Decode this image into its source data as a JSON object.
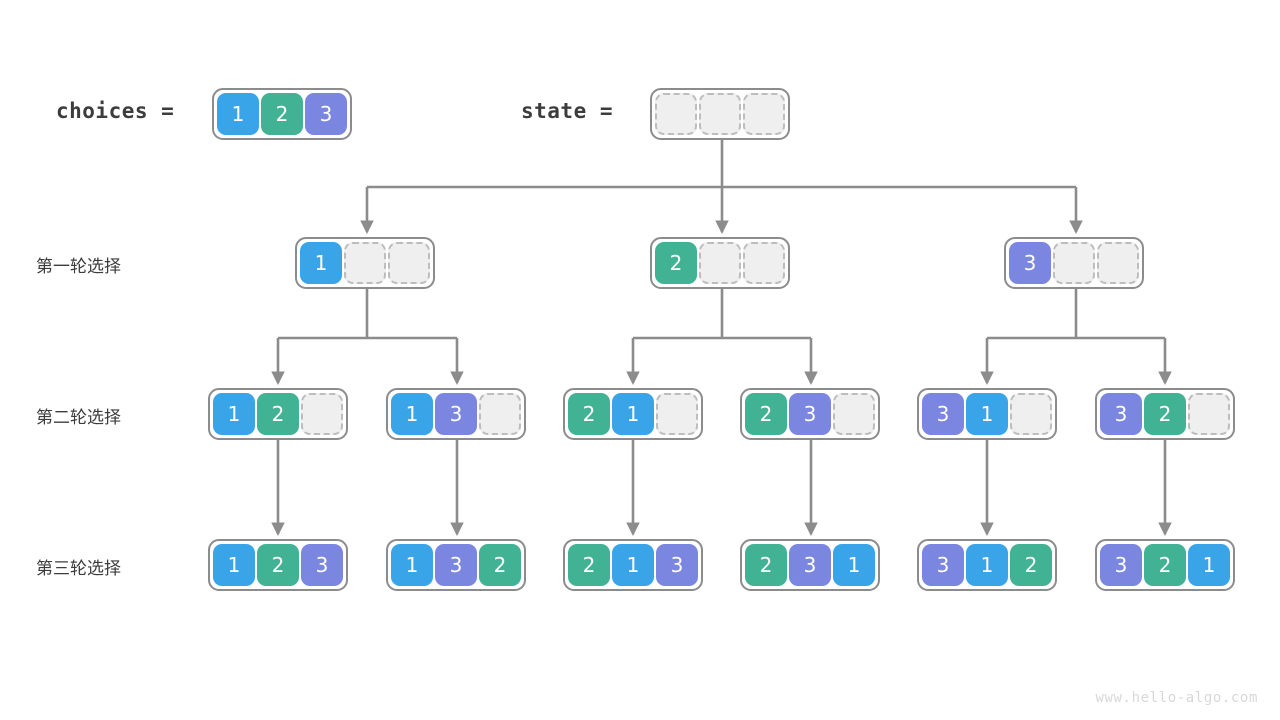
{
  "meta": {
    "watermark": "www.hello-algo.com",
    "colors": {
      "value_1": "#3aa4e8",
      "value_2": "#41b394",
      "value_3": "#7b86e0",
      "empty_fill": "#efefef",
      "empty_border": "#bdbdbd",
      "node_border": "#8c8c8c",
      "edge": "#8c8c8c",
      "text": "#3c3c3c",
      "background": "#ffffff"
    }
  },
  "header": {
    "choices_label": "choices =",
    "choices_values": [
      "1",
      "2",
      "3"
    ],
    "state_label": "state =",
    "state_values": [
      "",
      "",
      ""
    ]
  },
  "row_labels": [
    "第一轮选择",
    "第二轮选择",
    "第三轮选择"
  ],
  "tree": {
    "root": {
      "values": [
        "",
        "",
        ""
      ]
    },
    "level1": [
      {
        "values": [
          "1",
          "",
          ""
        ]
      },
      {
        "values": [
          "2",
          "",
          ""
        ]
      },
      {
        "values": [
          "3",
          "",
          ""
        ]
      }
    ],
    "level2": [
      {
        "values": [
          "1",
          "2",
          ""
        ]
      },
      {
        "values": [
          "1",
          "3",
          ""
        ]
      },
      {
        "values": [
          "2",
          "1",
          ""
        ]
      },
      {
        "values": [
          "2",
          "3",
          ""
        ]
      },
      {
        "values": [
          "3",
          "1",
          ""
        ]
      },
      {
        "values": [
          "3",
          "2",
          ""
        ]
      }
    ],
    "level3": [
      {
        "values": [
          "1",
          "2",
          "3"
        ]
      },
      {
        "values": [
          "1",
          "3",
          "2"
        ]
      },
      {
        "values": [
          "2",
          "1",
          "3"
        ]
      },
      {
        "values": [
          "2",
          "3",
          "1"
        ]
      },
      {
        "values": [
          "3",
          "1",
          "2"
        ]
      },
      {
        "values": [
          "3",
          "2",
          "1"
        ]
      }
    ]
  }
}
